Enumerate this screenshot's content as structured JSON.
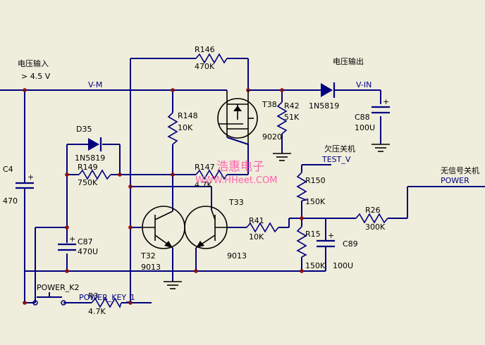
{
  "labels": {
    "vin_title": "电压输入",
    "vin_value": "> 4.5 V",
    "vout_title": "电压输出",
    "vm": "V-M",
    "vin": "V-IN",
    "c4": "C4",
    "c4_value": "470",
    "d35": "D35",
    "d35_value": "1N5819",
    "r149": "R149",
    "r149_value": "750K",
    "r146": "R146",
    "r146_value": "470K",
    "r148": "R148",
    "r148_value": "10K",
    "r147": "R147",
    "r147_value": "4.7K",
    "t38": "T38",
    "t38_value": "9020",
    "r42": "R42",
    "r42_value": "51K",
    "d_out": "1N5819",
    "c88": "C88",
    "c88_value": "100U",
    "undervolt": "欠压关机",
    "test_v": "TEST_V",
    "nosignal": "无信号关机",
    "power": "POWER",
    "r150": "R150",
    "r150_value": "150K",
    "r15": "R15",
    "r15_value": "150K",
    "c89": "C89",
    "c89_value": "100U",
    "r26": "R26",
    "r26_value": "300K",
    "t33": "T33",
    "t33_value": "9013",
    "r41": "R41",
    "r41_value": "10K",
    "t32": "T32",
    "t32_value": "9013",
    "c87": "C87",
    "c87_value": "470U",
    "power_k2": "POWER_K2",
    "r3x": "R3",
    "power_key": "POWER_KEY_1",
    "r3x_value": "4.7K"
  },
  "watermark": {
    "name": "浩惠电子",
    "url": "WWW.HHeet.COM"
  },
  "colors": {
    "wire": "#000080",
    "junction": "#8b1010",
    "background": "#efeddb",
    "watermark": "#ff4da6"
  }
}
